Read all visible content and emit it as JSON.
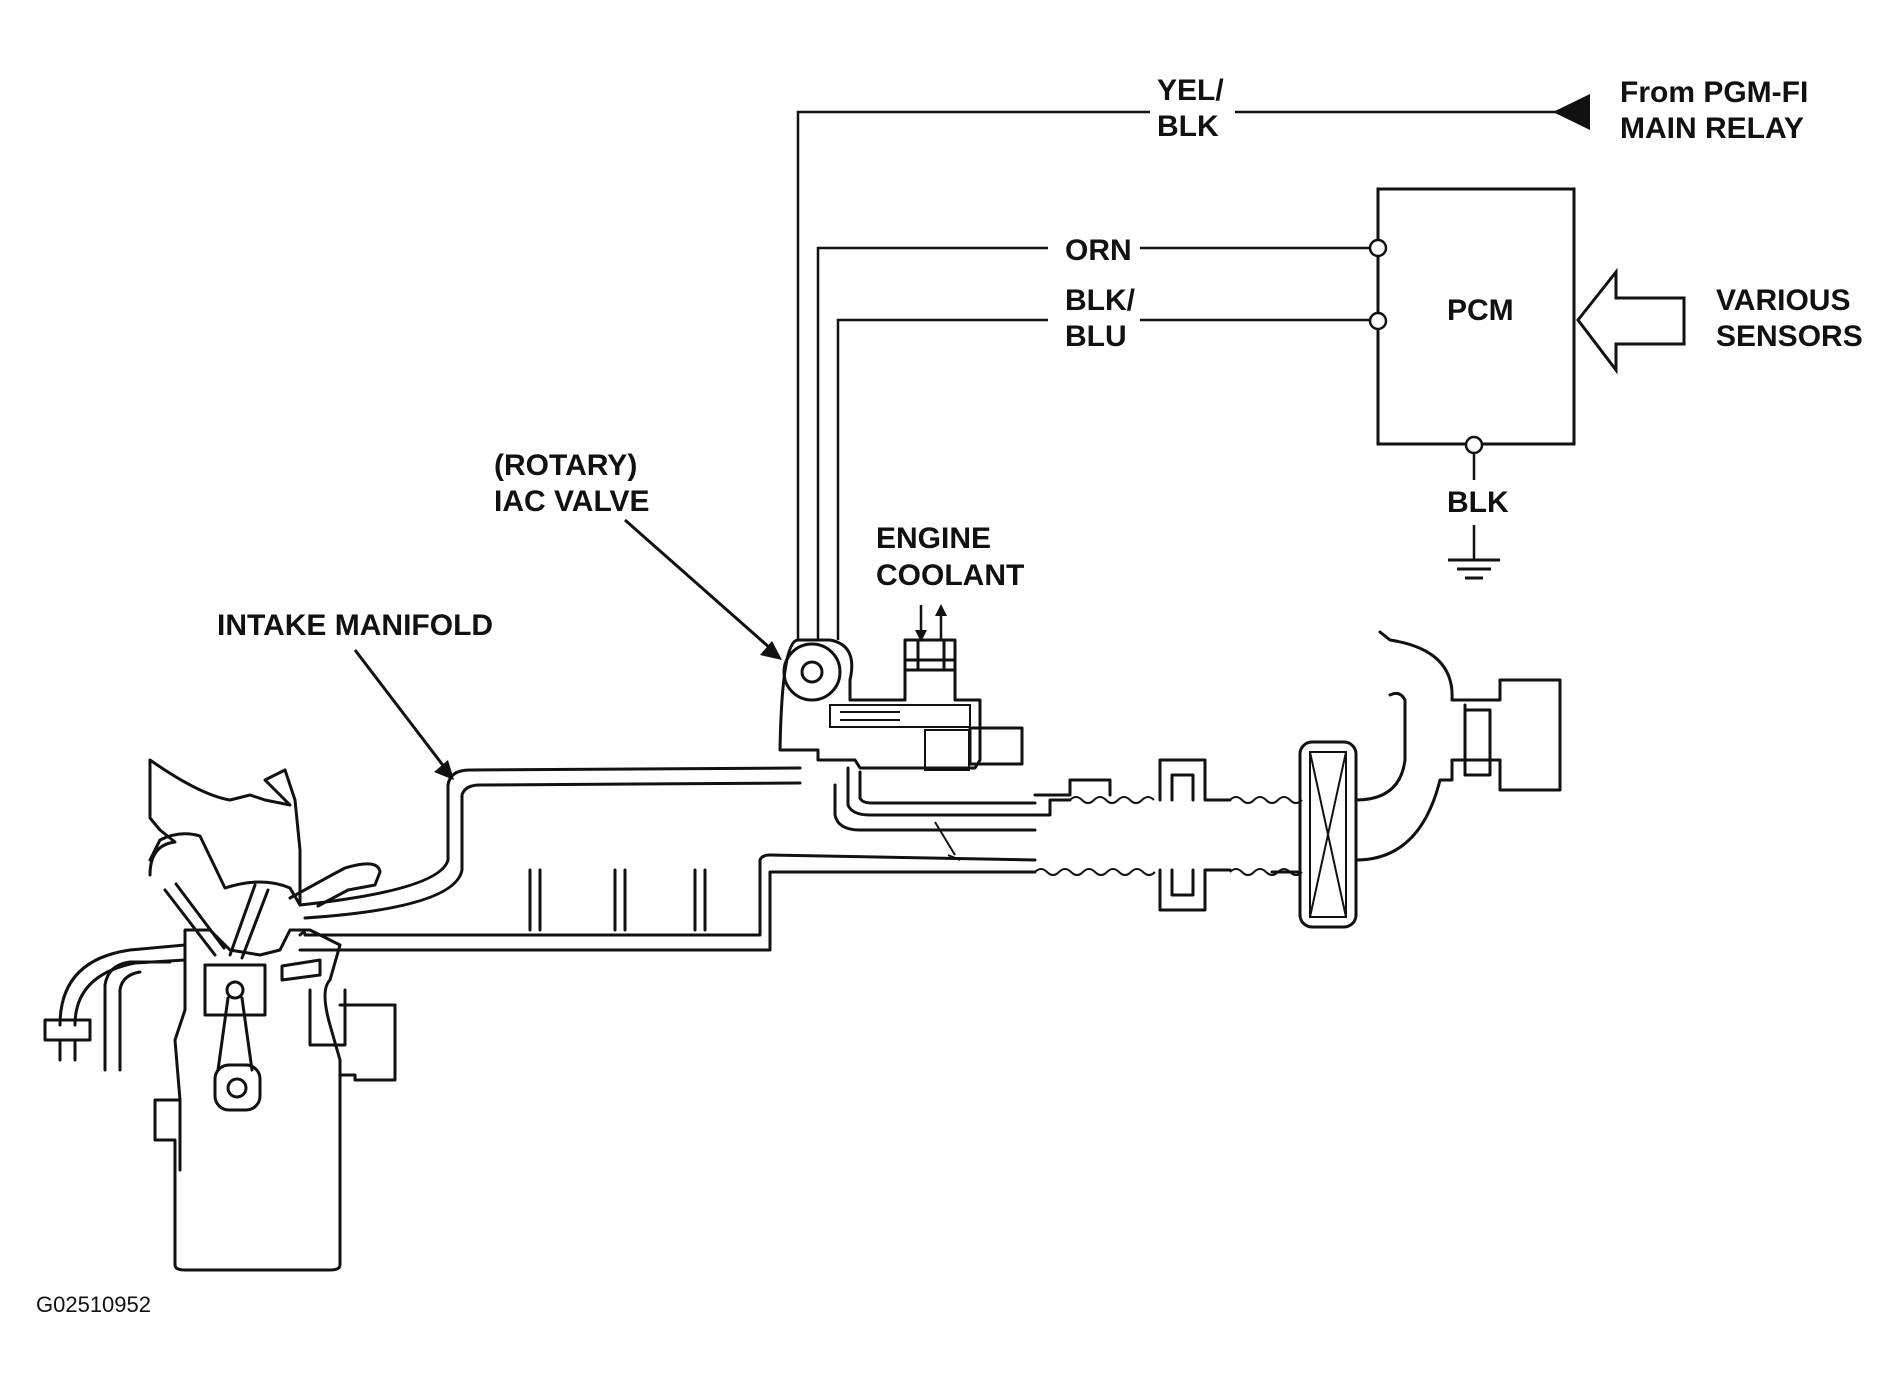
{
  "labels": {
    "from_relay_line1": "From PGM-FI",
    "from_relay_line2": "MAIN RELAY",
    "yel_blk_line1": "YEL/",
    "yel_blk_line2": "BLK",
    "orn": "ORN",
    "blk_blu_line1": "BLK/",
    "blk_blu_line2": "BLU",
    "pcm": "PCM",
    "various_sensors_line1": "VARIOUS",
    "various_sensors_line2": "SENSORS",
    "pcm_ground": "BLK",
    "iac_valve_line1": "(ROTARY)",
    "iac_valve_line2": "IAC VALVE",
    "engine_coolant_line1": "ENGINE",
    "engine_coolant_line2": "COOLANT",
    "intake_manifold": "INTAKE MANIFOLD",
    "figure_code": "G02510952"
  },
  "colors": {
    "line": "#111111",
    "background": "#ffffff"
  }
}
